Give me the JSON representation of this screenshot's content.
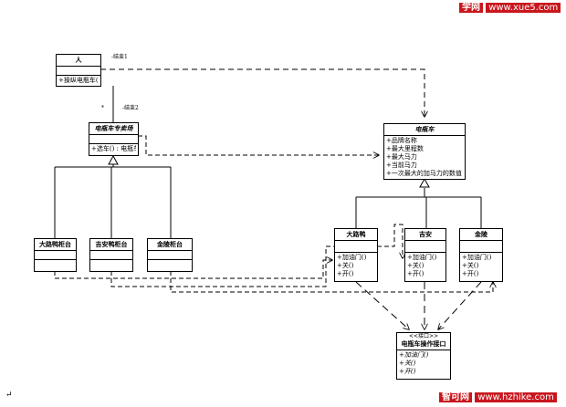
{
  "watermark_top": {
    "brand": "学网",
    "url": "www.xue5.com",
    "bg": "#c9161d"
  },
  "watermark_bottom": {
    "brand": "智可网",
    "url": "www.hzhike.com",
    "bg": "#c9161d"
  },
  "labels": {
    "constraint1": "-结束1",
    "constraint2": "-结束2",
    "multiplicity": "*"
  },
  "classes": {
    "person": {
      "name": "人",
      "attrs": [],
      "ops": [
        "+操纵电瓶车()"
      ]
    },
    "ebike_shop": {
      "name": "电瓶车专卖场",
      "attrs": [
        "+选车() : 电瓶车"
      ],
      "ops": []
    },
    "ebike": {
      "name": "电瓶车",
      "attrs": [
        "+品牌名称",
        "+最大里程数",
        "+最大马力",
        "+当前马力",
        "+一次最大的加马力的数值"
      ],
      "ops": []
    },
    "counter_dalu": {
      "name": "大路鸭柜台",
      "attrs": [],
      "ops": []
    },
    "counter_jian": {
      "name": "吉安鸭柜台",
      "attrs": [],
      "ops": []
    },
    "counter_jinling": {
      "name": "金陵柜台",
      "attrs": [],
      "ops": []
    },
    "bike_dalu": {
      "name": "大路鸭",
      "attrs": [],
      "ops": [
        "+加油门()",
        "+关()",
        "+开()"
      ]
    },
    "bike_jian": {
      "name": "吉安",
      "attrs": [],
      "ops": [
        "+加油门()",
        "+关()",
        "+开()"
      ]
    },
    "bike_jinling": {
      "name": "金陵",
      "attrs": [],
      "ops": [
        "+加油门()",
        "+关()",
        "+开()"
      ]
    },
    "interface": {
      "stereotype": "<<接口>>",
      "name": "电瓶车操作接口",
      "attrs": [],
      "ops": [
        "+加油门()",
        "+关()",
        "+开()"
      ]
    }
  },
  "paragraph_mark": "↵"
}
